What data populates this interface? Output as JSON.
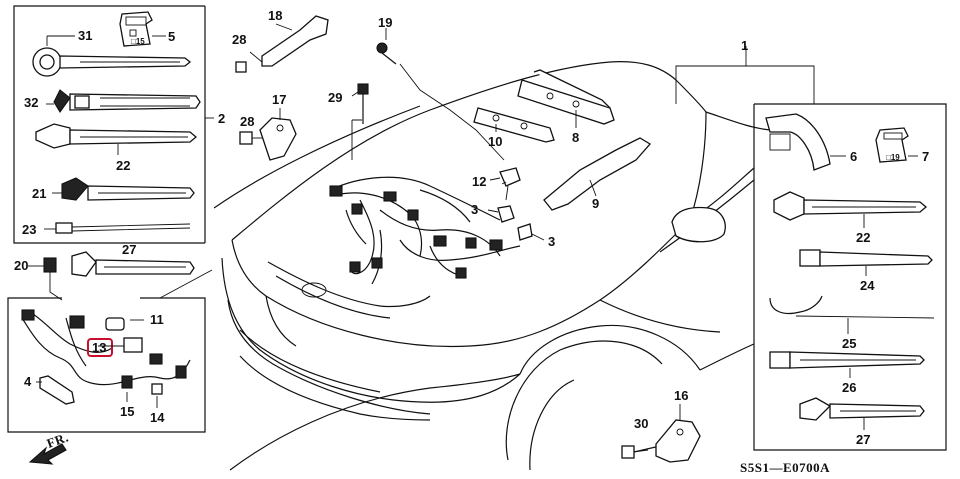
{
  "diagram": {
    "part_numbers": {
      "p1": "1",
      "p2": "2",
      "p3a": "3",
      "p3b": "3",
      "p4": "4",
      "p5": "5",
      "p6": "6",
      "p7": "7",
      "p8": "8",
      "p9": "9",
      "p10": "10",
      "p11": "11",
      "p12": "12",
      "p13": "13",
      "p14": "14",
      "p15": "15",
      "p16": "16",
      "p17": "17",
      "p18": "18",
      "p19": "19",
      "p20": "20",
      "p21": "21",
      "p22a": "22",
      "p22b": "22",
      "p23": "23",
      "p24": "24",
      "p25": "25",
      "p26": "26",
      "p27a": "27",
      "p27b": "27",
      "p28a": "28",
      "p28b": "28",
      "p29": "29",
      "p30": "30",
      "p31": "31",
      "p32": "32"
    },
    "highlighted_part": "13",
    "highlight_color": "#c8102e",
    "front_marker": "FR.",
    "diagram_code": "S5S1—E0700A",
    "clip_labels": {
      "clip5": "□15",
      "clip7": "□19"
    }
  }
}
